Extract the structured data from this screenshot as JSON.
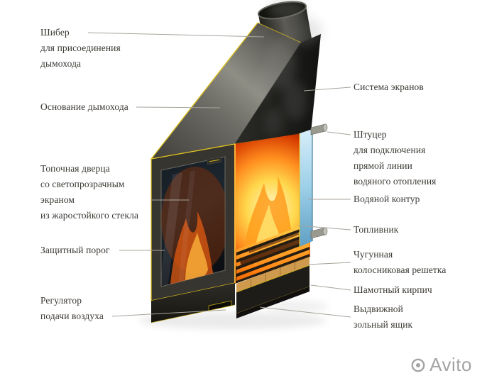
{
  "colors": {
    "background": "#ffffff",
    "label_text": "#3b3833",
    "leader_line": "#a8a39b",
    "accent_yellow": "#e3c41d",
    "fire_orange": "#ff8d1e",
    "water_blue": "#9ccfe8",
    "steel_gray": "#6e6d66",
    "watermark_gray": "#a3a3a3"
  },
  "labels": {
    "left": [
      {
        "id": "chimney-damper",
        "text": "Шибер\nдля присоединения\nдымохода"
      },
      {
        "id": "chimney-base",
        "text": "Основание дымохода"
      },
      {
        "id": "firebox-door",
        "text": "Топочная дверца\nсо светопрозрачным\nэкраном\nиз жаростойкого стекла"
      },
      {
        "id": "protective-threshold",
        "text": "Защитный порог"
      },
      {
        "id": "air-regulator",
        "text": "Регулятор\nподачи воздуха"
      }
    ],
    "right": [
      {
        "id": "screen-system",
        "text": "Система экранов"
      },
      {
        "id": "fitting",
        "text": "Штуцер\nдля подключения\nпрямой линии\nводяного отопления"
      },
      {
        "id": "water-circuit",
        "text": "Водяной контур"
      },
      {
        "id": "fuel-chamber",
        "text": "Топливник"
      },
      {
        "id": "cast-iron-grate",
        "text": "Чугунная\nколосниковая решетка"
      },
      {
        "id": "fireclay-brick",
        "text": "Шамотный кирпич"
      },
      {
        "id": "ash-drawer",
        "text": "Выдвижной\nзольный ящик"
      }
    ]
  },
  "watermark": {
    "text": "Avito"
  }
}
